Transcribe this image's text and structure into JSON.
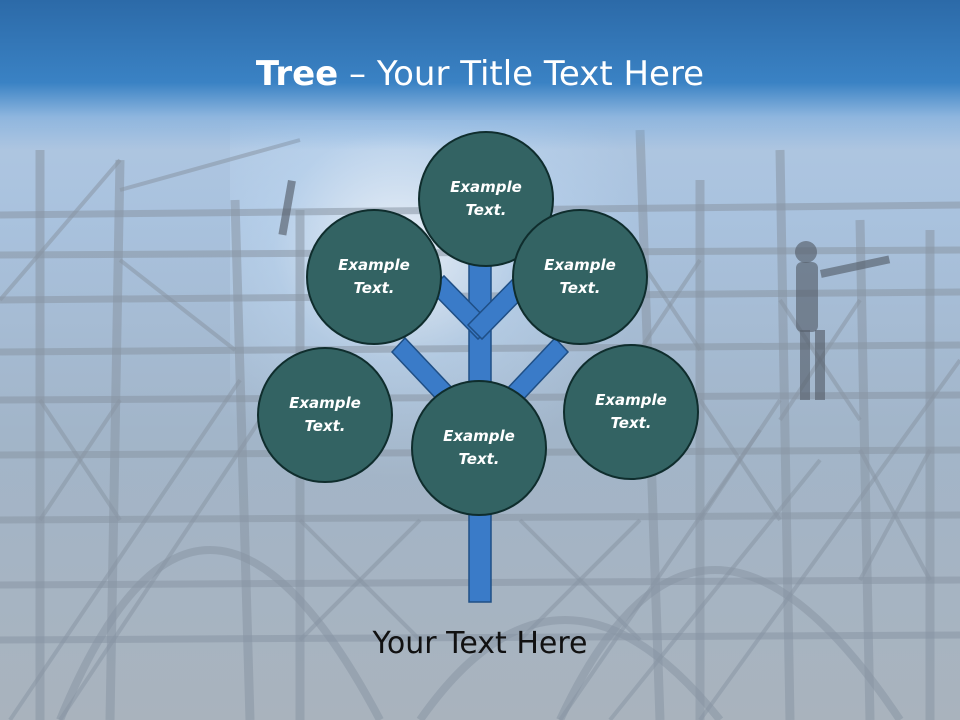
{
  "slide": {
    "title_bold": "Tree",
    "title_rest": " – Your Title Text Here",
    "footer_text": "Your Text Here"
  },
  "nodes": [
    {
      "id": "top",
      "text": "Example\nText."
    },
    {
      "id": "upper-left",
      "text": "Example\nText."
    },
    {
      "id": "upper-right",
      "text": "Example\nText."
    },
    {
      "id": "lower-left",
      "text": "Example\nText."
    },
    {
      "id": "center",
      "text": "Example\nText."
    },
    {
      "id": "lower-right",
      "text": "Example\nText."
    }
  ],
  "colors": {
    "header": "#3a82c4",
    "node_fill": "#336363",
    "branch": "#3a7bc8"
  }
}
